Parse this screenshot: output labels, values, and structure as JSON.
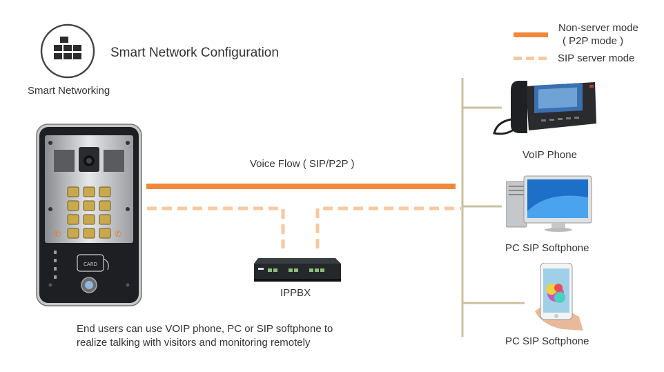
{
  "header": {
    "icon_name": "smart-networking-grid-icon",
    "icon_caption": "Smart Networking",
    "title": "Smart Network Configuration"
  },
  "legend": {
    "solid_label_line1": "Non-server mode",
    "solid_label_line2": "( P2P mode )",
    "dashed_label": "SIP server mode",
    "solid_color": "#f0883a",
    "dashed_color": "#f7c9a0"
  },
  "flow": {
    "voice_flow_label": "Voice Flow ( SIP/P2P )"
  },
  "devices": {
    "intercom_icon": "door-intercom-icon",
    "intercom_card_text": "CARD",
    "ippbx_icon": "ippbx-switch-icon",
    "ippbx_label": "IPPBX",
    "voip_phone_icon": "voip-phone-icon",
    "voip_phone_label": "VoIP Phone",
    "pc_icon": "desktop-computer-icon",
    "pc_label": "PC SIP Softphone",
    "smartphone_icon": "smartphone-icon",
    "smartphone_label": "PC SIP Softphone"
  },
  "description": {
    "line1": "End users can use VOIP phone, PC or SIP softphone to",
    "line2": "realize talking with visitors and monitoring remotely"
  },
  "colors": {
    "bus_line": "#c9c0a0"
  }
}
